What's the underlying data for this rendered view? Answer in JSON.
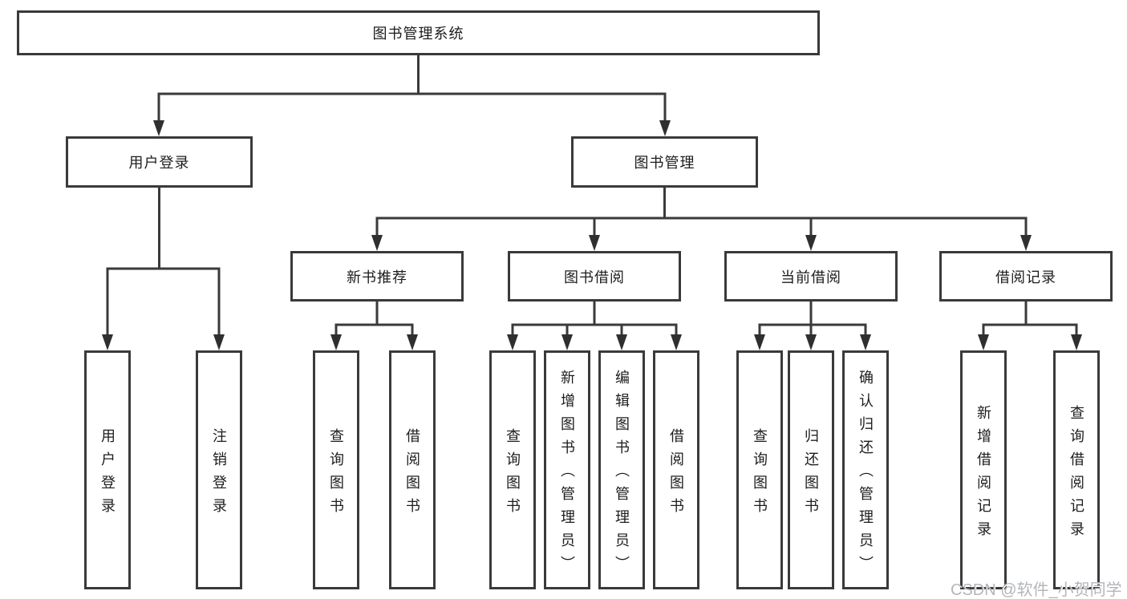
{
  "diagram": {
    "title": "图书管理系统",
    "tree": {
      "label": "图书管理系统",
      "children": [
        {
          "label": "用户登录",
          "children": [
            {
              "label": "用户登录"
            },
            {
              "label": "注销登录"
            }
          ]
        },
        {
          "label": "图书管理",
          "children": [
            {
              "label": "新书推荐",
              "children": [
                {
                  "label": "查询图书"
                },
                {
                  "label": "借阅图书"
                }
              ]
            },
            {
              "label": "图书借阅",
              "children": [
                {
                  "label": "查询图书"
                },
                {
                  "label": "新增图书（管理员）"
                },
                {
                  "label": "编辑图书（管理员）"
                },
                {
                  "label": "借阅图书"
                }
              ]
            },
            {
              "label": "当前借阅",
              "children": [
                {
                  "label": "查询图书"
                },
                {
                  "label": "归还图书"
                },
                {
                  "label": "确认归还（管理员）"
                }
              ]
            },
            {
              "label": "借阅记录",
              "children": [
                {
                  "label": "新增借阅记录"
                },
                {
                  "label": "查询借阅记录"
                }
              ]
            }
          ]
        }
      ]
    },
    "colors": {
      "line": "#3a3a3a",
      "arrow": "#2f2f2f",
      "text": "#1d1d1f",
      "background": "#ffffff",
      "watermark": "#b3b6ba"
    }
  },
  "watermark": {
    "text": "CSDN @软件_小贺同学"
  }
}
